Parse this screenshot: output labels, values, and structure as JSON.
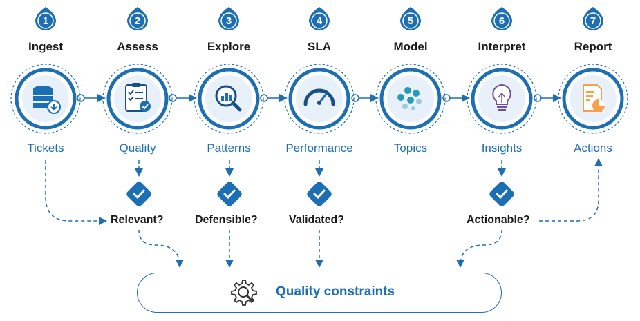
{
  "steps": [
    {
      "number": "1",
      "title": "Ingest",
      "label": "Tickets",
      "icon": "database-download-icon"
    },
    {
      "number": "2",
      "title": "Assess",
      "label": "Quality",
      "icon": "clipboard-check-icon"
    },
    {
      "number": "3",
      "title": "Explore",
      "label": "Patterns",
      "icon": "chart-magnifier-icon"
    },
    {
      "number": "4",
      "title": "SLA",
      "label": "Performance",
      "icon": "speedometer-icon"
    },
    {
      "number": "5",
      "title": "Model",
      "label": "Topics",
      "icon": "dots-cluster-icon"
    },
    {
      "number": "6",
      "title": "Interpret",
      "label": "Insights",
      "icon": "lightbulb-icon"
    },
    {
      "number": "7",
      "title": "Report",
      "label": "Actions",
      "icon": "report-pie-icon"
    }
  ],
  "checks": [
    {
      "label": "Relevant?"
    },
    {
      "label": "Defensible?"
    },
    {
      "label": "Validated?"
    },
    {
      "label": "Actionable?"
    }
  ],
  "constraints": {
    "label": "Quality constraints",
    "icon": "gear-magnifier-icon"
  },
  "colors": {
    "primary": "#1d6fb3",
    "dark": "#1a4f86",
    "accent": "#f5a04a"
  }
}
